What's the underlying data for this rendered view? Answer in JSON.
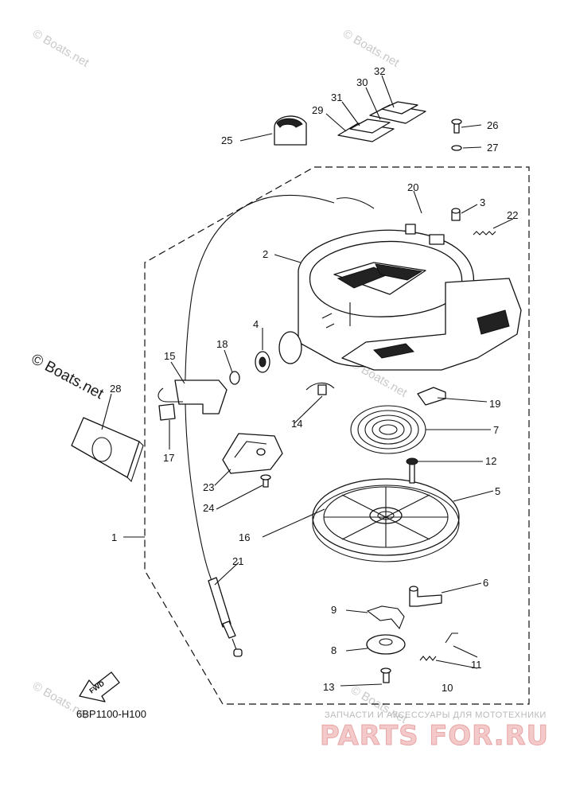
{
  "diagram": {
    "code": "6BP1100-H100",
    "watermark": "© Boats.net",
    "ad_tagline": "ЗАПЧАСТИ И АКСЕССУАРЫ ДЛЯ МОТОТЕХНИКИ",
    "ad_brand": "PARTS FOR.RU",
    "fwd_label": "FWD",
    "callouts": [
      "1",
      "2",
      "3",
      "4",
      "5",
      "6",
      "7",
      "8",
      "9",
      "10",
      "11",
      "12",
      "13",
      "14",
      "15",
      "16",
      "17",
      "18",
      "19",
      "20",
      "21",
      "22",
      "23",
      "24",
      "25",
      "26",
      "27",
      "28",
      "29",
      "30",
      "31",
      "32"
    ]
  }
}
